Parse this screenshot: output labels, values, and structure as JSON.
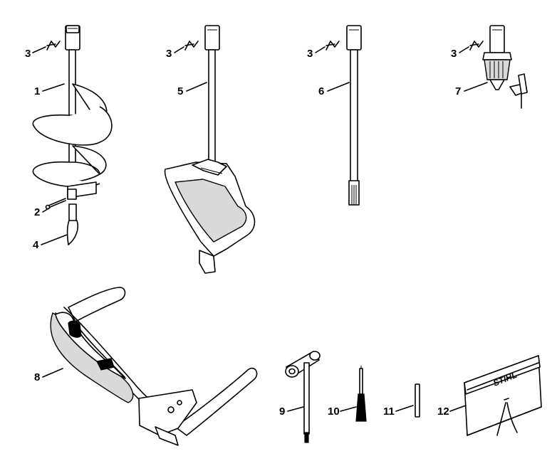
{
  "labels": {
    "1": "1",
    "2": "2",
    "3a": "3",
    "3b": "3",
    "3c": "3",
    "3d": "3",
    "4": "4",
    "5": "5",
    "6": "6",
    "7": "7",
    "8": "8",
    "9": "9",
    "10": "10",
    "11": "11",
    "12": "12"
  },
  "brand_text": "STIHL",
  "colors": {
    "line": "#000000",
    "shade": "#d9d9d9",
    "background": "#ffffff"
  }
}
